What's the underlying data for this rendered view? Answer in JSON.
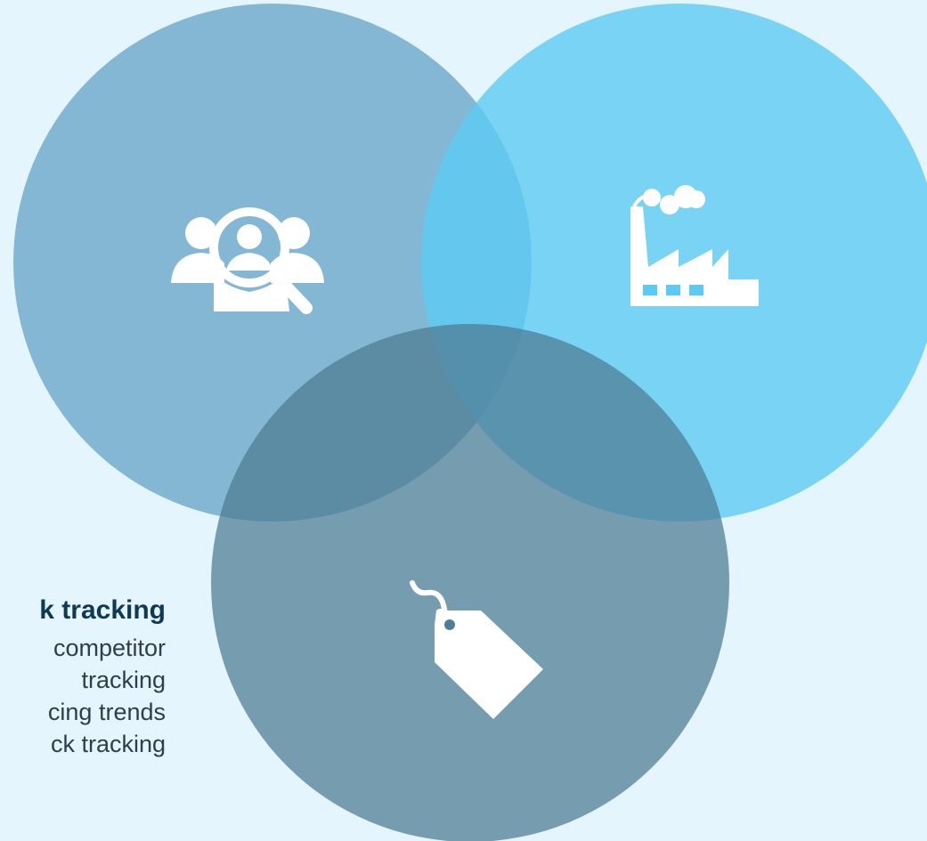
{
  "venn": {
    "circles": [
      {
        "name": "customer-research",
        "icon": "customer-search-icon",
        "color": "#6aa8c9"
      },
      {
        "name": "manufacturing",
        "icon": "factory-icon",
        "color": "#5ccbf3"
      },
      {
        "name": "pricing",
        "icon": "price-tag-icon",
        "color": "#5c8aa0"
      }
    ]
  },
  "panel": {
    "title": "k tracking",
    "items": [
      "competitor",
      "tracking",
      "cing trends",
      "ck tracking"
    ]
  }
}
